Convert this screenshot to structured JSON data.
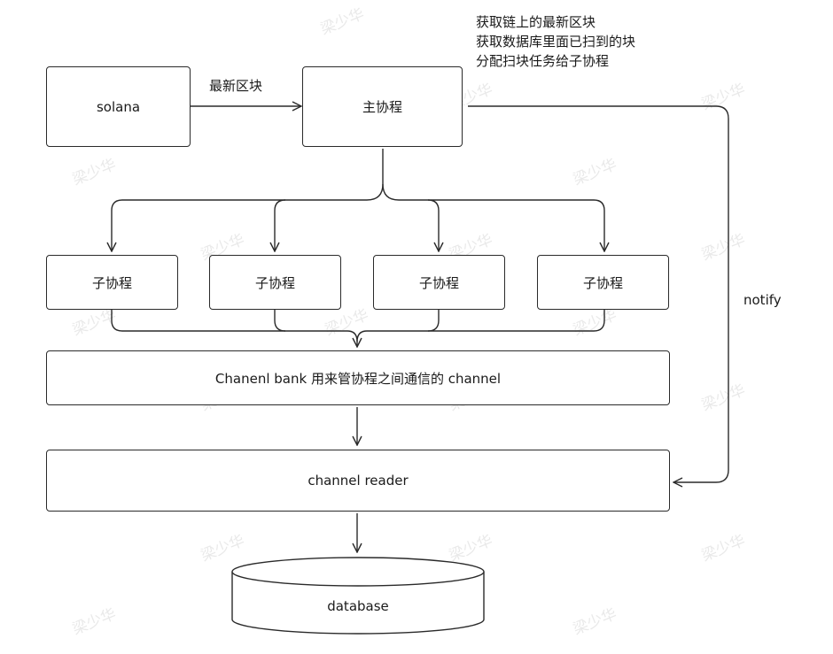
{
  "diagram": {
    "nodes": {
      "solana": "solana",
      "main": "主协程",
      "workers": [
        "子协程",
        "子协程",
        "子协程",
        "子协程"
      ],
      "bank": "Chanenl bank 用来管协程之间通信的 channel",
      "reader": "channel reader",
      "database": "database"
    },
    "edge_labels": {
      "solana_to_main": "最新区块",
      "notify": "notify"
    },
    "main_notes": [
      "获取链上的最新区块",
      "获取数据库里面已扫到的块",
      "分配扫块任务给子协程"
    ],
    "watermark": "梁少华"
  }
}
